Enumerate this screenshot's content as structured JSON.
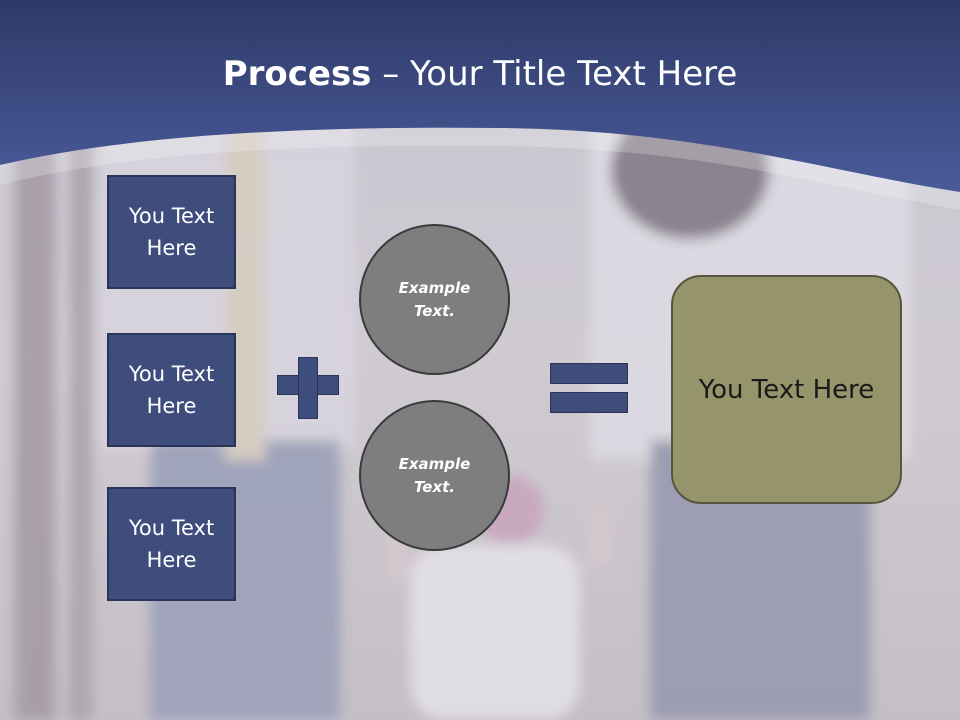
{
  "title": {
    "bold": "Process",
    "rest": " – Your Title Text Here"
  },
  "boxes": [
    {
      "label": "You Text Here"
    },
    {
      "label": "You Text Here"
    },
    {
      "label": "You Text Here"
    }
  ],
  "circles": [
    {
      "label": "Example Text."
    },
    {
      "label": "Example Text."
    }
  ],
  "result": {
    "label": "You Text Here"
  },
  "colors": {
    "header_blue": "#3f4f8c",
    "box_fill": "#3f4d7c",
    "circle_fill": "#7e7e7e",
    "result_fill": "#96946a"
  }
}
